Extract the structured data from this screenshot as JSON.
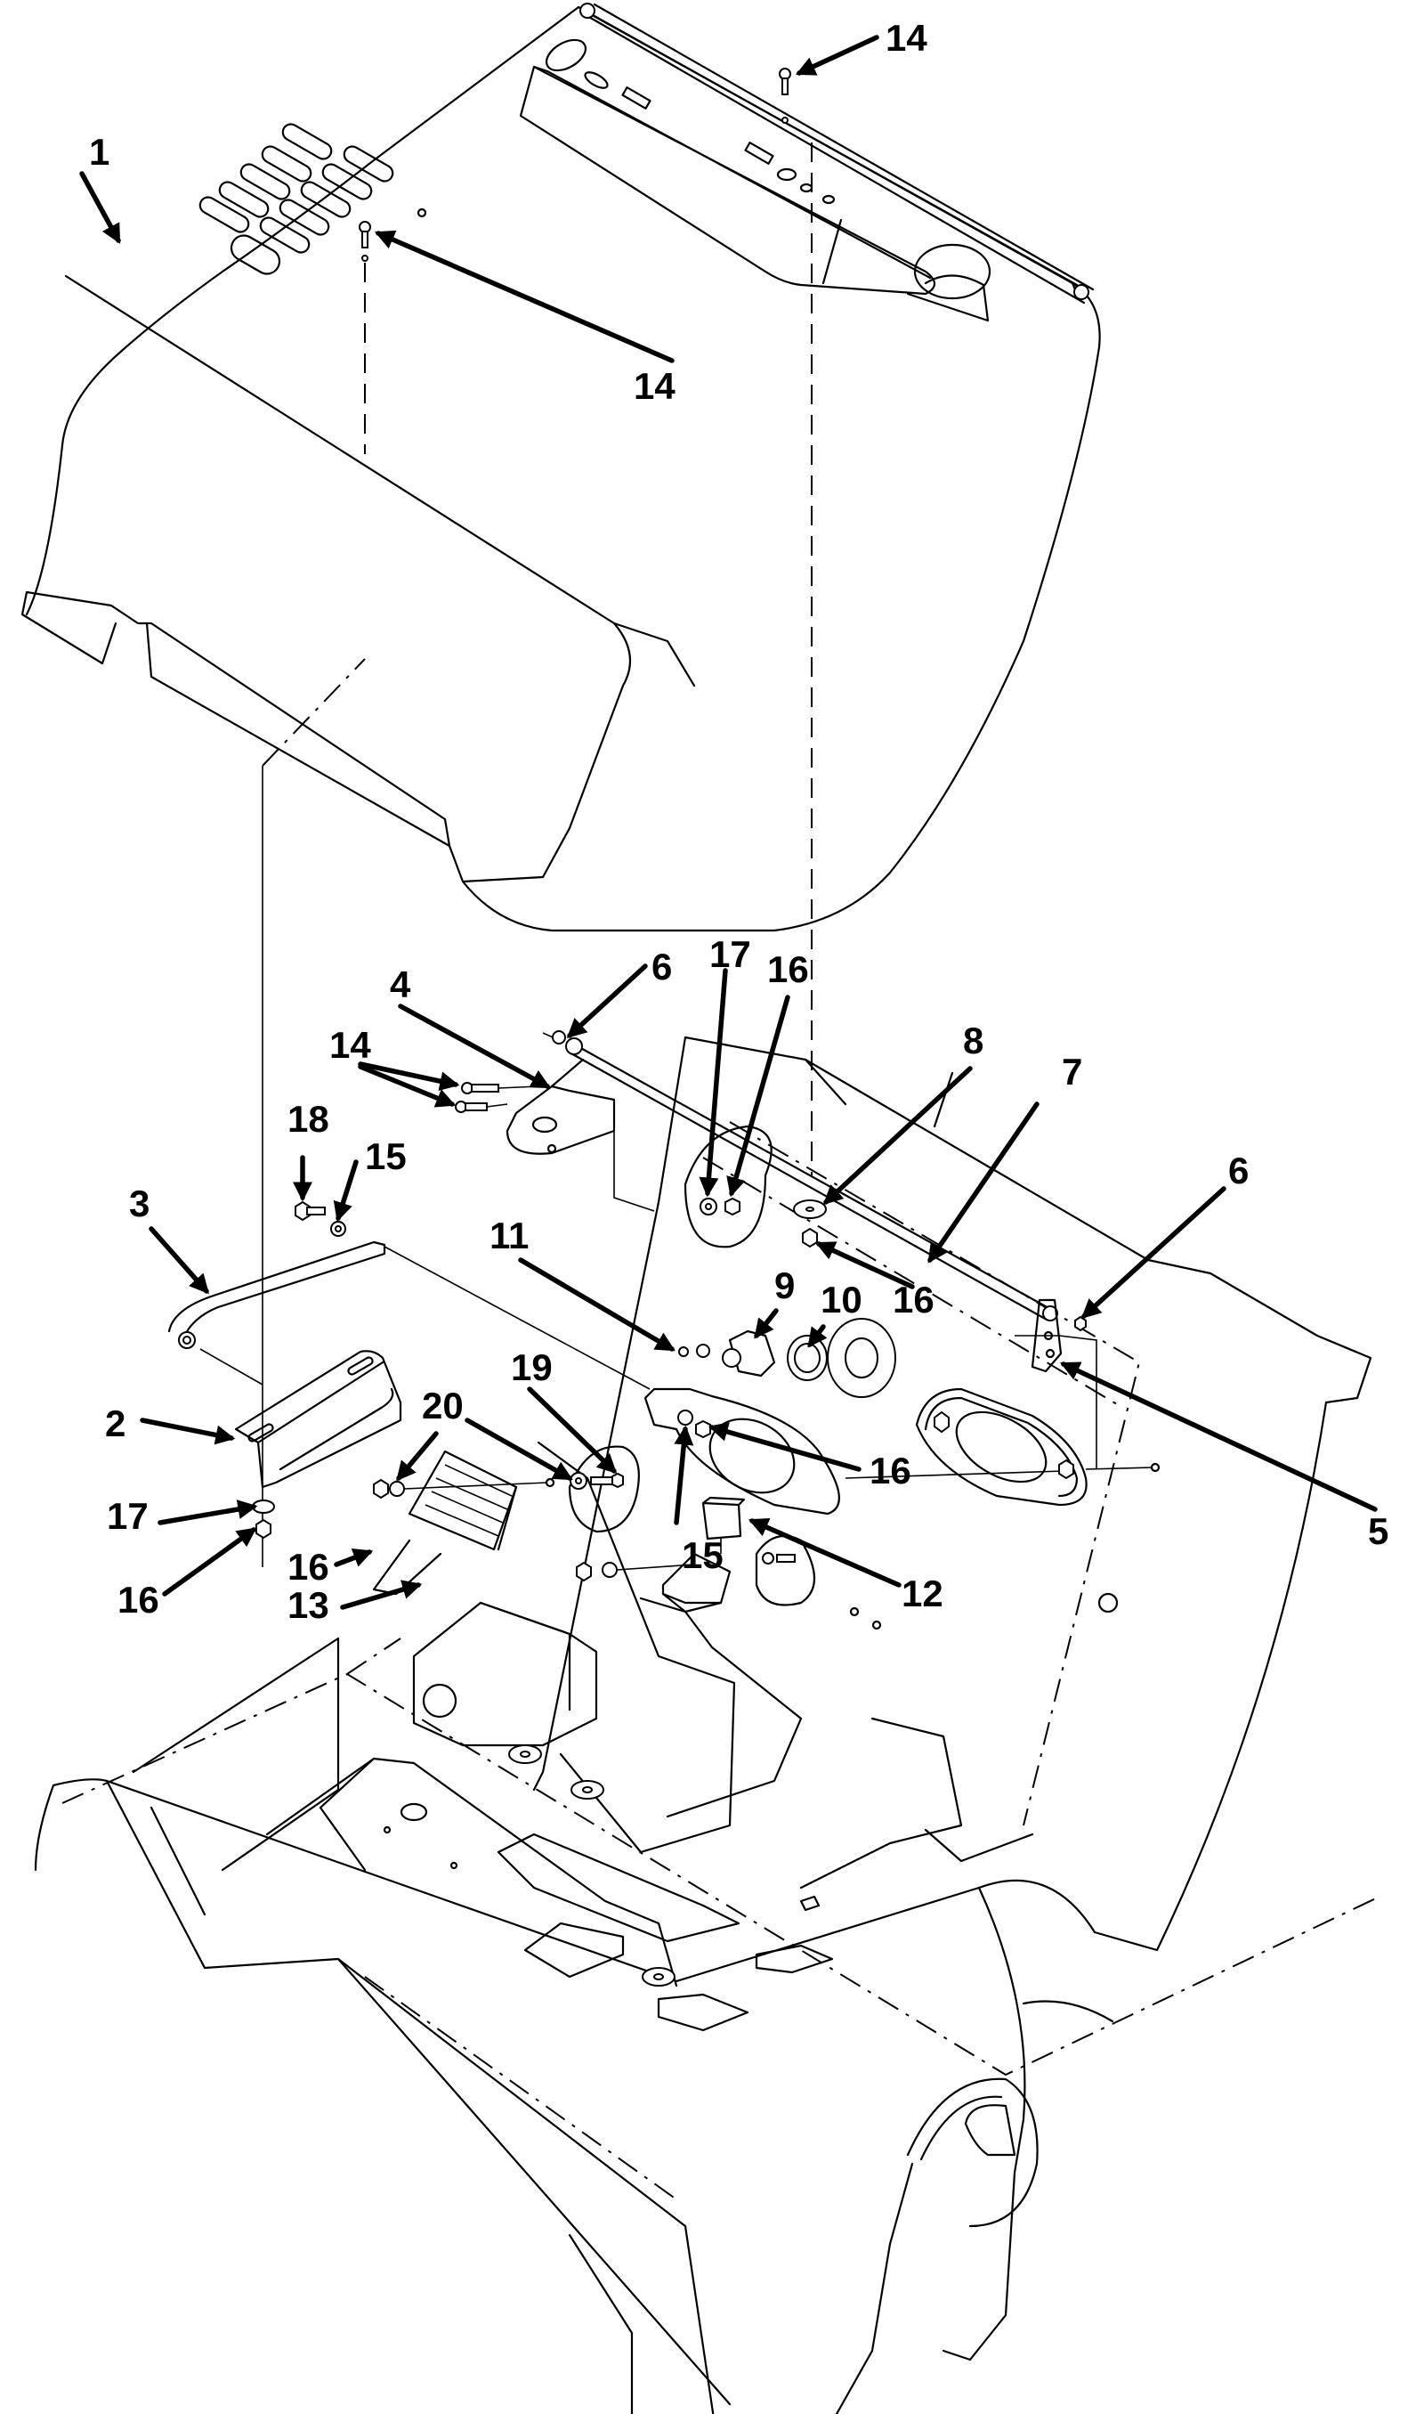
{
  "figure": {
    "type": "exploded-parts-diagram",
    "colors": {
      "line": "#000000",
      "background": "#ffffff"
    }
  },
  "callouts": [
    {
      "id": "c1",
      "label": "1",
      "part": "cover"
    },
    {
      "id": "c14a",
      "label": "14",
      "part": "screw"
    },
    {
      "id": "c14b",
      "label": "14",
      "part": "screw"
    },
    {
      "id": "c4",
      "label": "4",
      "part": "bracket"
    },
    {
      "id": "c6a",
      "label": "6",
      "part": "nut"
    },
    {
      "id": "c17a",
      "label": "17",
      "part": "washer"
    },
    {
      "id": "c16a",
      "label": "16",
      "part": "nut"
    },
    {
      "id": "c8",
      "label": "8",
      "part": "washer"
    },
    {
      "id": "c7",
      "label": "7",
      "part": "rod"
    },
    {
      "id": "c14c",
      "label": "14",
      "part": "screws"
    },
    {
      "id": "c18",
      "label": "18",
      "part": "bolt"
    },
    {
      "id": "c15a",
      "label": "15",
      "part": "washer"
    },
    {
      "id": "c3",
      "label": "3",
      "part": "support rod"
    },
    {
      "id": "c11",
      "label": "11",
      "part": "screw"
    },
    {
      "id": "c6b",
      "label": "6",
      "part": "nut"
    },
    {
      "id": "c9",
      "label": "9",
      "part": "switch"
    },
    {
      "id": "c10",
      "label": "10",
      "part": "gasket"
    },
    {
      "id": "c16b",
      "label": "16",
      "part": "nut"
    },
    {
      "id": "c2",
      "label": "2",
      "part": "bracket"
    },
    {
      "id": "c20",
      "label": "20",
      "part": "washer"
    },
    {
      "id": "c19",
      "label": "19",
      "part": "bolt"
    },
    {
      "id": "c16c",
      "label": "16",
      "part": "nut"
    },
    {
      "id": "c5",
      "label": "5",
      "part": "bracket"
    },
    {
      "id": "c17b",
      "label": "17",
      "part": "washer"
    },
    {
      "id": "c16d",
      "label": "16",
      "part": "nut"
    },
    {
      "id": "c16e",
      "label": "16",
      "part": "nut"
    },
    {
      "id": "c13",
      "label": "13",
      "part": "heat sink"
    },
    {
      "id": "c15b",
      "label": "15",
      "part": "washer"
    },
    {
      "id": "c12",
      "label": "12",
      "part": "relay"
    }
  ]
}
